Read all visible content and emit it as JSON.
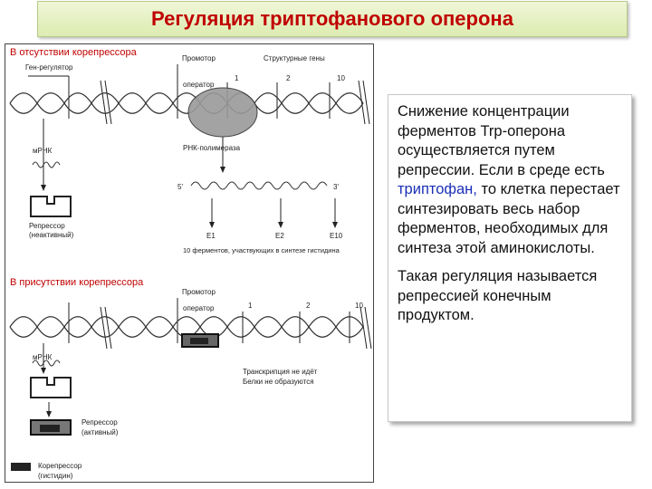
{
  "title": "Регуляция триптофанового оперона",
  "figure": {
    "section_absent": "В отсутствии корепрессора",
    "gene_regulator": "Ген-регулятор",
    "promoter": "Промотор",
    "structural_genes": "Структурные гены",
    "operator": "оператор",
    "gene_numbers": [
      "1",
      "2",
      "10"
    ],
    "rna_polymerase": "РНК-полимераза",
    "mrna": "мРНК",
    "five_prime": "5'",
    "three_prime": "3'",
    "enzymes": [
      "E1",
      "E2",
      "E10"
    ],
    "repressor_inactive": [
      "Репрессор",
      "(неактивный)"
    ],
    "enzymes_caption": "10 ферментов, участвующих в синтезе гистидина",
    "section_present": "В присутствии корепрессора",
    "promoter2": "Промотор",
    "operator2": "оператор",
    "gene_numbers2": [
      "1",
      "2",
      "10"
    ],
    "mrna2": "мРНК",
    "no_transcription": [
      "Транскрипция не идёт",
      "Белки не образуются"
    ],
    "repressor_active": [
      "Репрессор",
      "(активный)"
    ],
    "corepressor": [
      "Корепрессор",
      "(гистидин)"
    ]
  },
  "panel": {
    "text_before": "Снижение концентрации ферментов Trp-оперона осуществляется путем репрессии. Если в среде есть ",
    "highlight": "триптофан,",
    "text_after": " то клетка перестает синтезировать весь набор ферментов, необходимых для синтеза этой аминокислоты.",
    "paragraph2": "Такая регуляция называется репрессией конечным продуктом."
  },
  "colors": {
    "title": "#c00000",
    "section_label": "#c00000",
    "highlight": "#1a2fb8"
  }
}
